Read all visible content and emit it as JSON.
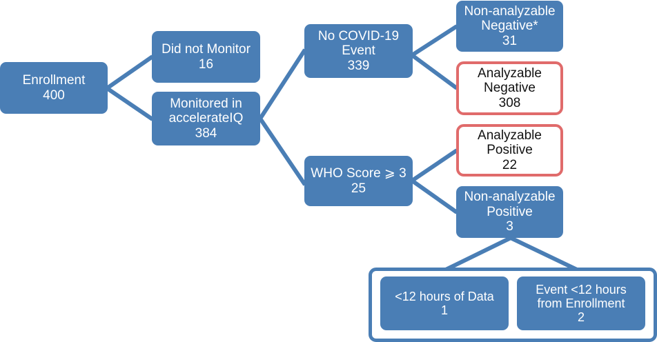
{
  "diagram": {
    "title": "COVID-19 study enrollment flow diagram",
    "colors": {
      "node_blue": "#4A7EB5",
      "outline_red": "#E06B6B",
      "edge_blue": "#4A7EB5",
      "background": "#FFFFFF",
      "blue_text": "#FFFFFF",
      "outlined_text": "#111111"
    },
    "nodes": [
      {
        "id": "enrollment",
        "style": "blue",
        "lines": [
          "Enrollment",
          "400"
        ],
        "label": "Enrollment",
        "count": "400"
      },
      {
        "id": "did-not-monitor",
        "style": "blue",
        "lines": [
          "Did not Monitor",
          "16"
        ],
        "label": "Did not Monitor",
        "count": "16"
      },
      {
        "id": "monitored",
        "style": "blue",
        "lines": [
          "Monitored in",
          "accelerateIQ",
          "384"
        ],
        "label": "Monitored in accelerateIQ",
        "count": "384"
      },
      {
        "id": "no-covid-event",
        "style": "blue",
        "lines": [
          "No COVID-19",
          "Event",
          "339"
        ],
        "label": "No COVID-19 Event",
        "count": "339"
      },
      {
        "id": "who-score",
        "style": "blue",
        "lines": [
          "WHO Score ⩾ 3",
          "25"
        ],
        "label": "WHO Score ⩾ 3",
        "count": "25"
      },
      {
        "id": "non-analyzable-negative",
        "style": "blue",
        "lines": [
          "Non-analyzable",
          "Negative*",
          "31"
        ],
        "label": "Non-analyzable Negative*",
        "count": "31"
      },
      {
        "id": "analyzable-negative",
        "style": "outlined",
        "lines": [
          "Analyzable",
          "Negative",
          "308"
        ],
        "label": "Analyzable Negative",
        "count": "308"
      },
      {
        "id": "analyzable-positive",
        "style": "outlined",
        "lines": [
          "Analyzable",
          "Positive",
          "22"
        ],
        "label": "Analyzable Positive",
        "count": "22"
      },
      {
        "id": "non-analyzable-positive",
        "style": "blue",
        "lines": [
          "Non-analyzable",
          "Positive",
          "3"
        ],
        "label": "Non-analyzable Positive",
        "count": "3"
      },
      {
        "id": "under-12-hours-data",
        "style": "blue",
        "lines": [
          "<12 hours of Data",
          "1"
        ],
        "label": "<12 hours of Data",
        "count": "1"
      },
      {
        "id": "event-under-12-hours",
        "style": "blue",
        "lines": [
          "Event <12 hours",
          "from Enrollment",
          "2"
        ],
        "label": "Event <12 hours from Enrollment",
        "count": "2"
      }
    ]
  }
}
